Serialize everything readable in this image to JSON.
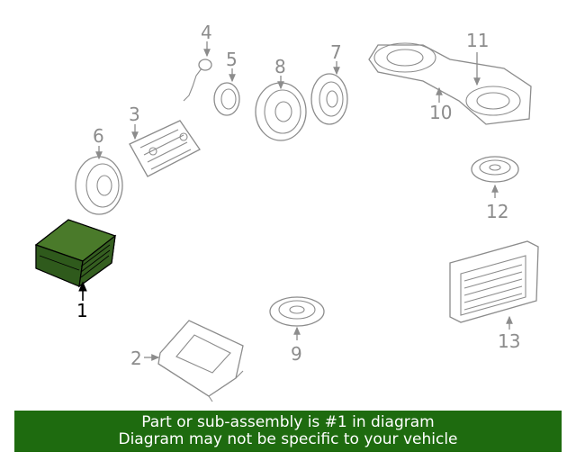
{
  "diagram": {
    "callouts": [
      {
        "id": "1",
        "label": "1",
        "active": true
      },
      {
        "id": "2",
        "label": "2"
      },
      {
        "id": "3",
        "label": "3"
      },
      {
        "id": "4",
        "label": "4"
      },
      {
        "id": "5",
        "label": "5"
      },
      {
        "id": "6",
        "label": "6"
      },
      {
        "id": "7",
        "label": "7"
      },
      {
        "id": "8",
        "label": "8"
      },
      {
        "id": "9",
        "label": "9"
      },
      {
        "id": "10",
        "label": "10"
      },
      {
        "id": "11",
        "label": "11"
      },
      {
        "id": "12",
        "label": "12"
      },
      {
        "id": "13",
        "label": "13"
      }
    ],
    "highlight_color": "#4a7a2a"
  },
  "banner": {
    "line1": "Part or sub-assembly is #1 in diagram",
    "line2": "Diagram may not be specific to your vehicle",
    "background": "#1e6b0f"
  }
}
